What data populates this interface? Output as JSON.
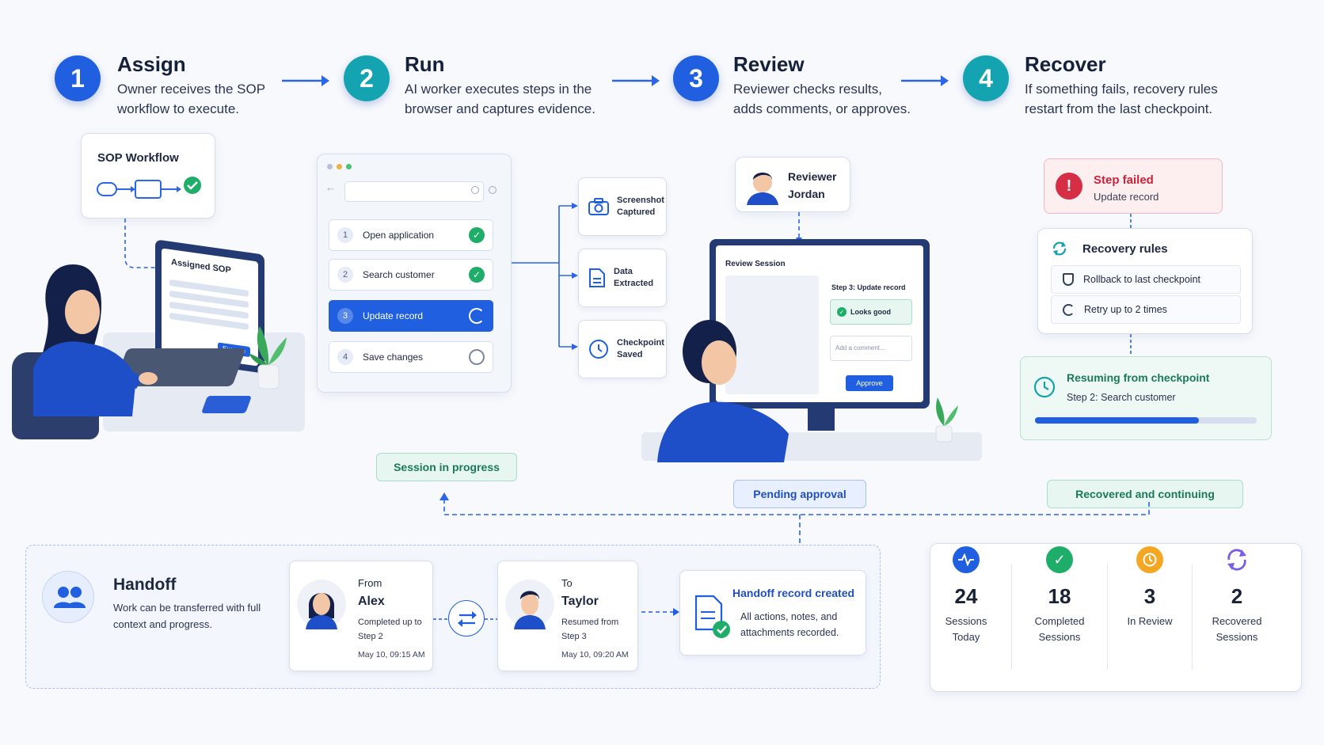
{
  "steps": [
    {
      "number": "1",
      "title": "Assign",
      "desc_line1": "Owner receives the SOP",
      "desc_line2": "workflow to execute."
    },
    {
      "number": "2",
      "title": "Run",
      "desc_line1": "AI worker executes steps in the",
      "desc_line2": "browser and captures evidence."
    },
    {
      "number": "3",
      "title": "Review",
      "desc_line1": "Reviewer checks results,",
      "desc_line2": "adds comments, or approves."
    },
    {
      "number": "4",
      "title": "Recover",
      "desc_line1": "If something fails, recovery rules",
      "desc_line2": "restart from the last checkpoint."
    }
  ],
  "assign": {
    "sop_card_title": "SOP Workflow",
    "laptop_title": "Assigned SOP",
    "laptop_button": "Execute"
  },
  "run": {
    "rows": [
      {
        "num": "1",
        "label": "Open application",
        "status": "done"
      },
      {
        "num": "2",
        "label": "Search customer",
        "status": "done"
      },
      {
        "num": "3",
        "label": "Update record",
        "status": "active"
      },
      {
        "num": "4",
        "label": "Save changes",
        "status": "pending"
      }
    ],
    "evidence": [
      {
        "line1": "Screenshot",
        "line2": "Captured"
      },
      {
        "line1": "Data",
        "line2": "Extracted"
      },
      {
        "line1": "Checkpoint",
        "line2": "Saved"
      }
    ],
    "status_pill": "Session in progress"
  },
  "review": {
    "reviewer_label": "Reviewer",
    "reviewer_name": "Jordan",
    "session_title": "Review Session",
    "step_label": "Step 3: Update record",
    "looks_good": "Looks good",
    "comment_placeholder": "Add a comment...",
    "approve_label": "Approve",
    "status_pill": "Pending approval"
  },
  "recover": {
    "failed_title": "Step failed",
    "failed_sub": "Update record",
    "rules_title": "Recovery rules",
    "rule1": "Rollback to last checkpoint",
    "rule2": "Retry up to 2 times",
    "resume_title": "Resuming from checkpoint",
    "resume_sub": "Step 2: Search customer",
    "resume_progress": 0.74,
    "status_pill": "Recovered and continuing"
  },
  "handoff": {
    "title": "Handoff",
    "desc_line1": "Work can be transferred with full",
    "desc_line2": "context and progress.",
    "from": {
      "dir": "From",
      "name": "Alex",
      "note_line1": "Completed up to",
      "note_line2": "Step 2",
      "time": "May 10, 09:15 AM"
    },
    "to": {
      "dir": "To",
      "name": "Taylor",
      "note_line1": "Resumed from",
      "note_line2": "Step 3",
      "time": "May 10, 09:20 AM"
    },
    "record_title": "Handoff record created",
    "record_line1": "All actions, notes, and",
    "record_line2": "attachments recorded."
  },
  "stats": [
    {
      "value": "24",
      "label_line1": "Sessions",
      "label_line2": "Today",
      "icon": "activity-icon",
      "color": "#1f5fe0"
    },
    {
      "value": "18",
      "label_line1": "Completed",
      "label_line2": "Sessions",
      "icon": "check-icon",
      "color": "#1fae6a"
    },
    {
      "value": "3",
      "label_line1": "In Review",
      "label_line2": "",
      "icon": "clock-icon",
      "color": "#f5a623"
    },
    {
      "value": "2",
      "label_line1": "Recovered",
      "label_line2": "Sessions",
      "icon": "refresh-icon",
      "color": "#7a5ce6"
    }
  ],
  "colors": {
    "primary": "#1f5fe0",
    "teal": "#14a3a8",
    "success": "#1fae6a",
    "danger": "#d62e45"
  }
}
